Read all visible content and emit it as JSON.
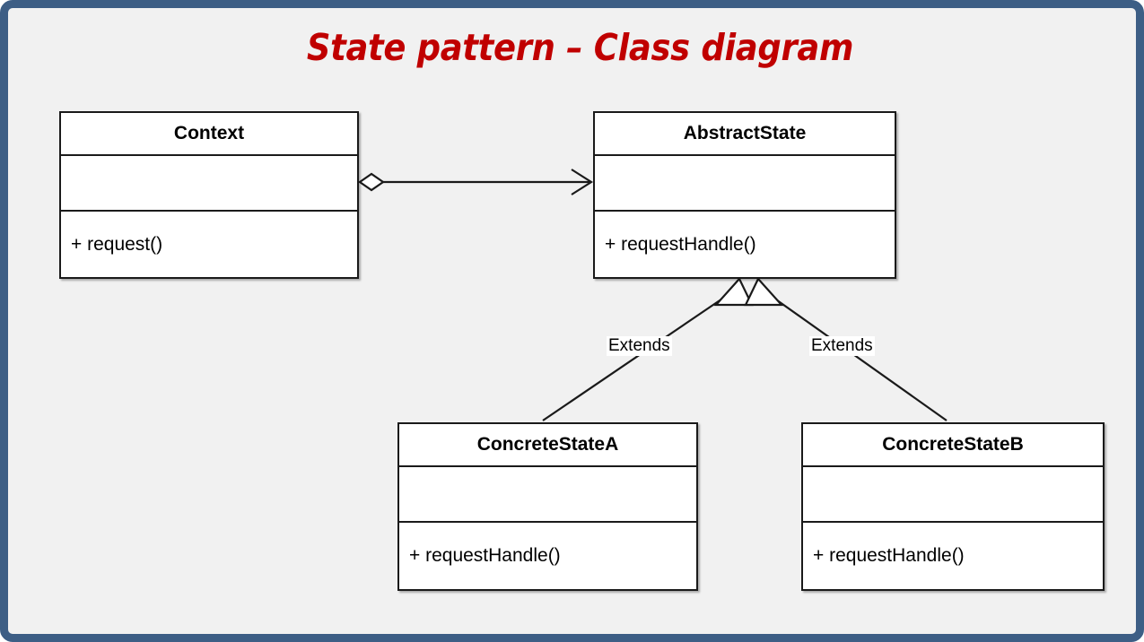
{
  "slide": {
    "title": "State pattern – Class diagram",
    "title_color": "#c00000",
    "background_color": "#f1f1f1",
    "border_color": "#3d5e85"
  },
  "diagram": {
    "type": "uml-class-diagram",
    "classes": [
      {
        "id": "context",
        "name": "Context",
        "attributes": [],
        "operations": [
          "+ request()"
        ]
      },
      {
        "id": "abstract-state",
        "name": "AbstractState",
        "attributes": [],
        "operations": [
          "+ requestHandle()"
        ]
      },
      {
        "id": "concrete-state-a",
        "name": "ConcreteStateA",
        "attributes": [],
        "operations": [
          "+ requestHandle()"
        ]
      },
      {
        "id": "concrete-state-b",
        "name": "ConcreteStateB",
        "attributes": [],
        "operations": [
          "+ requestHandle()"
        ]
      }
    ],
    "relationships": [
      {
        "id": "context-to-abstractstate",
        "kind": "aggregation",
        "from": "Context",
        "to": "AbstractState",
        "source_decoration": "hollow-diamond",
        "target_decoration": "open-arrow",
        "label": ""
      },
      {
        "id": "concretestatea-extends-abstractstate",
        "kind": "generalization",
        "from": "ConcreteStateA",
        "to": "AbstractState",
        "target_decoration": "hollow-triangle",
        "label": "Extends"
      },
      {
        "id": "concretestateb-extends-abstractstate",
        "kind": "generalization",
        "from": "ConcreteStateB",
        "to": "AbstractState",
        "target_decoration": "hollow-triangle",
        "label": "Extends"
      }
    ]
  }
}
